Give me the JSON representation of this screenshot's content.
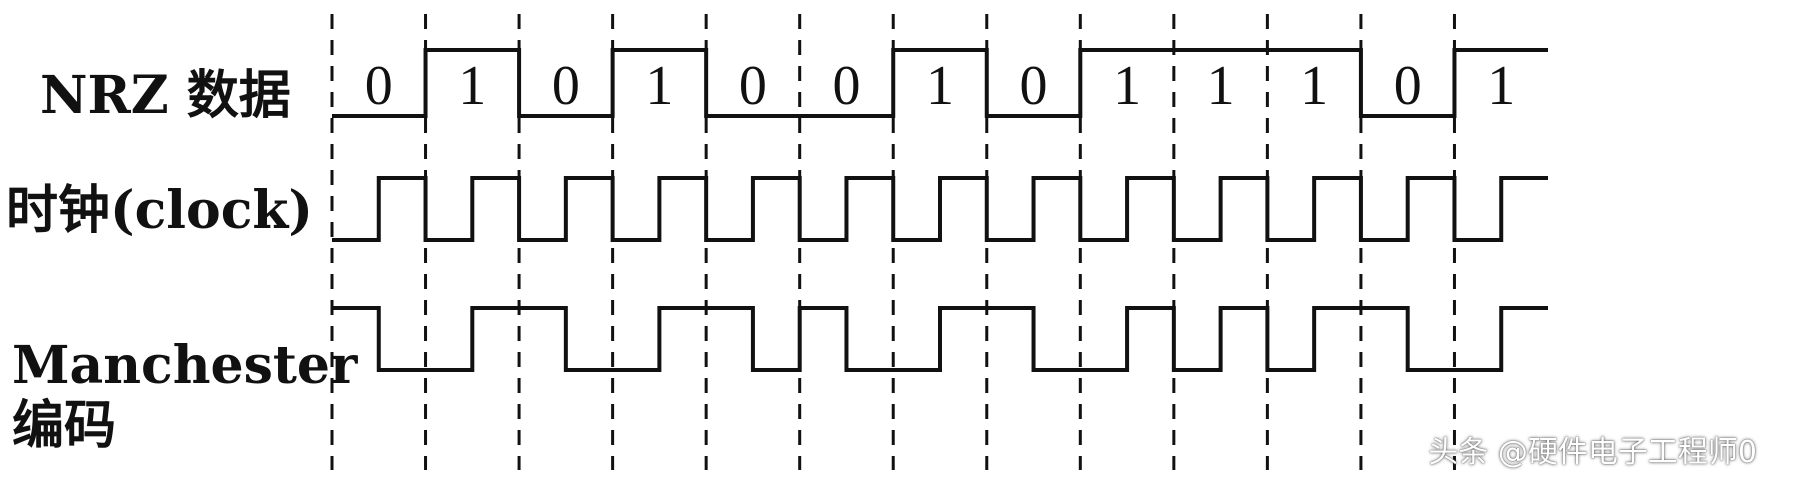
{
  "labels": {
    "nrz": "NRZ 数据",
    "clock": "时钟(clock)",
    "manchester_line1": "Manchester",
    "manchester_line2": "编码"
  },
  "bits": [
    0,
    1,
    0,
    1,
    0,
    0,
    1,
    0,
    1,
    1,
    1,
    0,
    1
  ],
  "watermark": "头条 @硬件电子工程师0",
  "colors": {
    "line": "#111111",
    "background": "#ffffff"
  }
}
